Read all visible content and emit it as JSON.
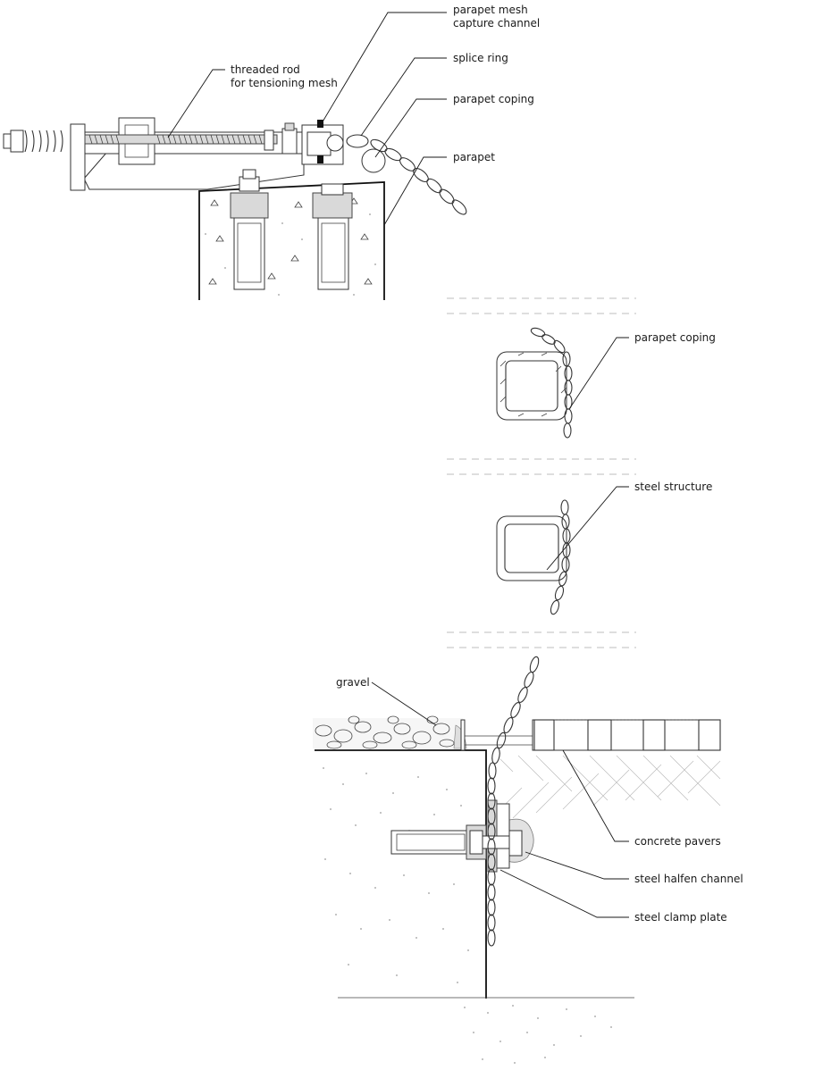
{
  "callouts": {
    "parapet_mesh_line1": "parapet mesh",
    "parapet_mesh_line2": "capture channel",
    "threaded_rod_line1": "threaded rod",
    "threaded_rod_line2": "for tensioning mesh",
    "splice_ring": "splice ring",
    "parapet_coping_top": "parapet coping",
    "parapet": "parapet",
    "parapet_coping_mid": "parapet coping",
    "steel_structure": "steel structure",
    "gravel": "gravel",
    "concrete_pavers": "concrete pavers",
    "steel_halfen_channel": "steel halfen channel",
    "steel_clamp_plate": "steel clamp plate"
  },
  "colors": {
    "line": "#1a1a1a",
    "light_fill": "#ededed",
    "background": "#ffffff"
  }
}
